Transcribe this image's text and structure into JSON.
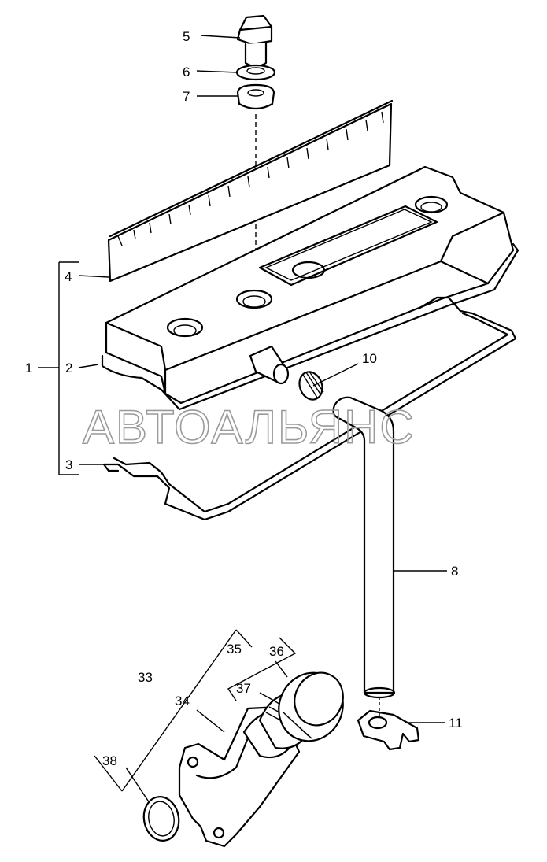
{
  "watermark": "АВТОАЛЬЯНС",
  "callouts": {
    "c1": "1",
    "c2": "2",
    "c3": "3",
    "c4": "4",
    "c5": "5",
    "c6": "6",
    "c7": "7",
    "c8": "8",
    "c10": "10",
    "c11": "11",
    "c33": "33",
    "c34": "34",
    "c35": "35",
    "c36": "36",
    "c37": "37",
    "c38": "38"
  }
}
